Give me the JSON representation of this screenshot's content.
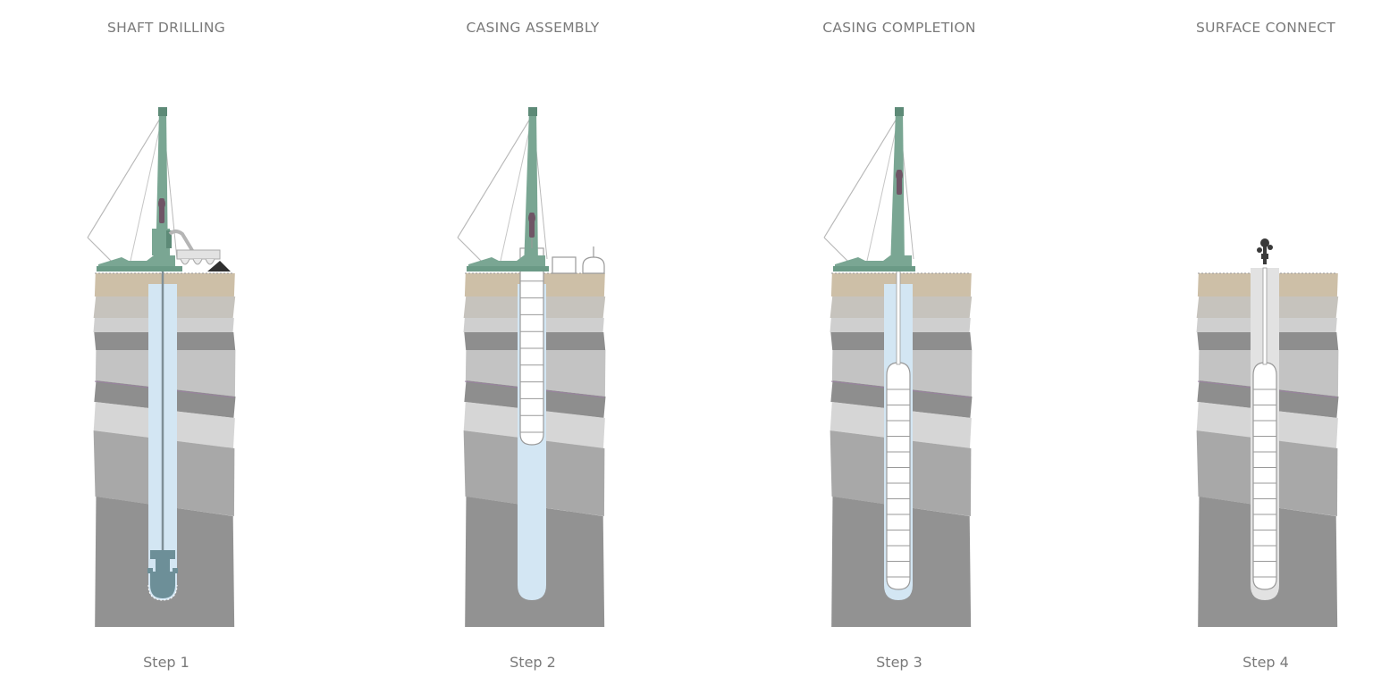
{
  "steps": [
    {
      "title": "SHAFT DRILLING",
      "step": "Step 1"
    },
    {
      "title": "CASING ASSEMBLY",
      "step": "Step 2"
    },
    {
      "title": "CASING COMPLETION",
      "step": "Step 3"
    },
    {
      "title": "SURFACE CONNECT",
      "step": "Step 4"
    }
  ],
  "colors": {
    "crane": "#7aa693",
    "crane_dark": "#5d8a77",
    "topsoil": "#cdbfa7",
    "fluid": "#d3e6f3",
    "drill_head": "#6d8f98",
    "tool": "#6f5566",
    "casing": "#ffffff",
    "casing_line": "#9a9a9a",
    "cap_fill": "#e2e2e2"
  }
}
